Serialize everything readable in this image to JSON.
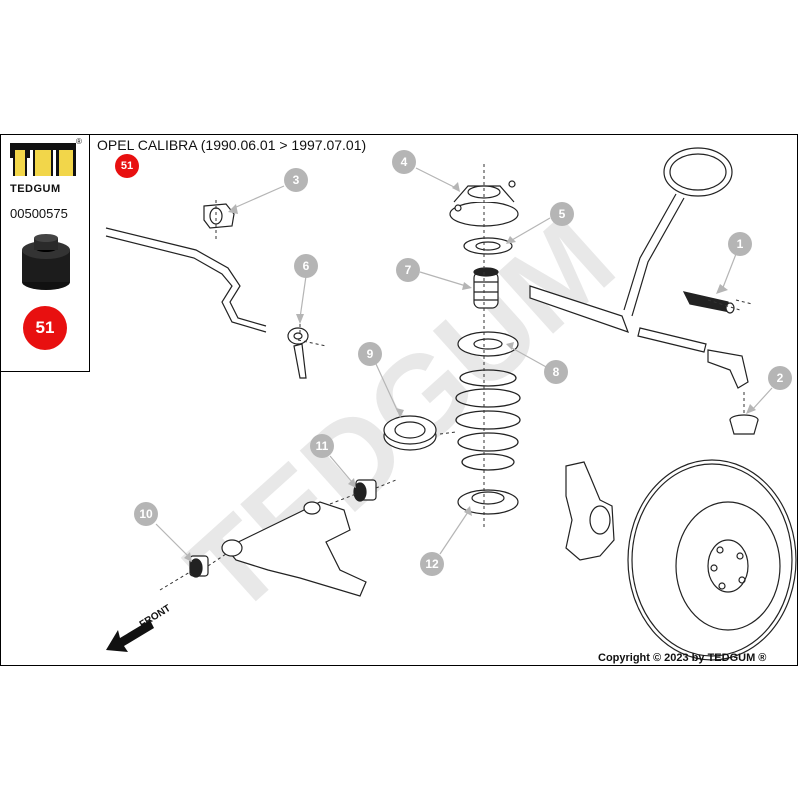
{
  "header": {
    "title": "OPEL CALIBRA (1990.06.01 > 1997.07.01)",
    "badge": "51"
  },
  "sidebar": {
    "brand": "TEDGUM",
    "registered_mark": "®",
    "article_number": "00500575",
    "badge": "51"
  },
  "watermark": "TEDGUM",
  "callouts": [
    "1",
    "2",
    "3",
    "4",
    "5",
    "6",
    "7",
    "8",
    "9",
    "10",
    "11",
    "12"
  ],
  "direction_label": "FRONT",
  "copyright": "Copyright © 2023 by TEDGUM ®",
  "colors": {
    "badge_red": "#e81010",
    "callout_grey": "#b5b5b5",
    "watermark_grey": "#e6e6e6",
    "line": "#222222"
  }
}
